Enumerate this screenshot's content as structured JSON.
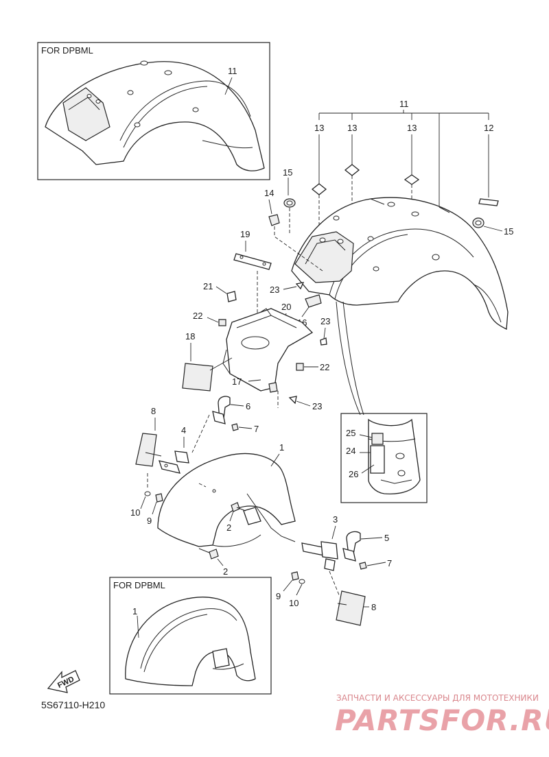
{
  "diagram": {
    "inset_labels": [
      "FOR DPBML",
      "FOR DPBML"
    ],
    "diagram_code": "5S67110-H210",
    "fwd_label": "FWD",
    "watermark": {
      "tagline": "ЗАПЧАСТИ И АКСЕССУАРЫ ДЛЯ МОТОТЕХНИКИ",
      "brand": "PARTSFOR.RU"
    },
    "callouts": {
      "c11_inset": "11",
      "c11": "11",
      "c13a": "13",
      "c13b": "13",
      "c13c": "13",
      "c12": "12",
      "c15a": "15",
      "c15b": "15",
      "c14": "14",
      "c19": "19",
      "c21": "21",
      "c23a": "23",
      "c20": "20",
      "c16": "16",
      "c22a": "22",
      "c23b": "23",
      "c18": "18",
      "c22b": "22",
      "c17": "17",
      "c23c": "23",
      "c6": "6",
      "c7a": "7",
      "c8a": "8",
      "c4": "4",
      "c1": "1",
      "c10a": "10",
      "c9a": "9",
      "c2a": "2",
      "c2b": "2",
      "c3": "3",
      "c5": "5",
      "c7b": "7",
      "c9b": "9",
      "c10b": "10",
      "c8b": "8",
      "c1_inset": "1",
      "c25": "25",
      "c24": "24",
      "c26": "26"
    }
  }
}
